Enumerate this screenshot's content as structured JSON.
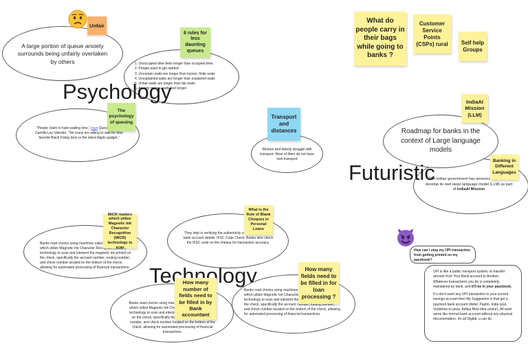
{
  "colors": {
    "yellow": "#fef29a",
    "orange": "#f8b26b",
    "green": "#c8ea8c",
    "blue": "#8fd8f5"
  },
  "headings": {
    "psychology": "Psychology",
    "futuristic": "Futuristic",
    "technology": "Technology"
  },
  "notes": {
    "unfair": "Unfair",
    "six_rules": "6 rules for less daunting queues",
    "psych_queuing": "The psychology of queuing",
    "transport": "Transport and distances",
    "bags": "What do people carry in their bags while going to banks ?",
    "csp": "Customer Service Points (CSPs) rural",
    "shg": "Self help Groups",
    "indiaai": "IndiaAI Mission (LLM)",
    "banking_lang": "Banking in Different Languages",
    "micr": "MICR readers which utilize Magnetic Ink Character Recognition (MICR) technology to scan",
    "blank_cheques": "What is the Role of Blank Cheques in Personal Loans",
    "fields_account": "How many number of fields need to be filled in by Bank accountant",
    "fields_loan": "How many fields need to be filled in for loan processing ?"
  },
  "bubbles": {
    "anxiety": "A large portion of queue anxiety surrounds being unfairly overtaken by others",
    "rules": [
      "1. Unoccupied time feels longer than occupied time",
      "2. People want to get started",
      "3. Uncertain waits are longer than known, finite waits",
      "4. Unexplained waits are longer than explained waits",
      "5. Unfair waits are longer than fair waits",
      "6. Anxiety makes waits feel longer"
    ],
    "quote_pre": "“People claim to hate waiting time,” ",
    "quote_link": "says",
    "quote_post": " Queue founder Camilla Ley Valentin. “Yet many are willing to wait for their favorite Black Friday item or the latest Apple gadget.”",
    "transport_text": "Women and elderly struggle with transport. Most of them do not have own transport",
    "roadmap": "Roadmap for banks in the context of Large language models",
    "gov_pre": "The Indian government has announced plans to develop its own large language model (LLM) as part of ",
    "gov_bold": "IndiaAI Mission",
    "micr_text": "Banks read checks using machines called MICR readers, which utilize Magnetic Ink Character Recognition (MICR) technology to scan and interpret the magnetic ink printed on the check, specifically the account number, routing number, and check number located on the bottom of the check, allowing for automated processing of financial transactions.",
    "cheque_text": "They help in verifying the authenticity of the signature and bank account details. IFSC Code Check: Banks also check the IFSC code on the cheque for transaction accuracy.",
    "tech_left_text": "Banks read checks using machines called MICR readers, which utilize Magnetic Ink Character Recognition (MICR) technology to scan and interpret the magnetic ink printed on the check, specifically the account number, routing number, and check number located on the bottom of the check, allowing for automated processing of financial transactions.",
    "tech_right_text": "Banks read checks using machines called MICR readers, which utilize Magnetic Ink Character Recognition (MICR) technology to scan and interpret the magnetic ink printed on the check, specifically the account number, routing number, and check number located on the bottom of the check, allowing for automated processing of financial transactions.",
    "chat_question": "How can I stop my UPI transaction from getting printed on my passbook?",
    "chat_p1_pre": "UPI is like a public transport system, to transfer amount from Your Bank account to Another. Whatever transactions you do is completely maintained by bank, and ",
    "chat_p1_bold": "it'll be in your passbook.",
    "chat_p2": "If u don't want any UPI transaction in your current savings account then My Suggestion is that get a payment bank account (Airtel, Paytm, India post, Vodafone m pesa, Aditya Birla idea unolur), All work same like normal bank account without any physical documentation, it's all Digital, u can do"
  }
}
